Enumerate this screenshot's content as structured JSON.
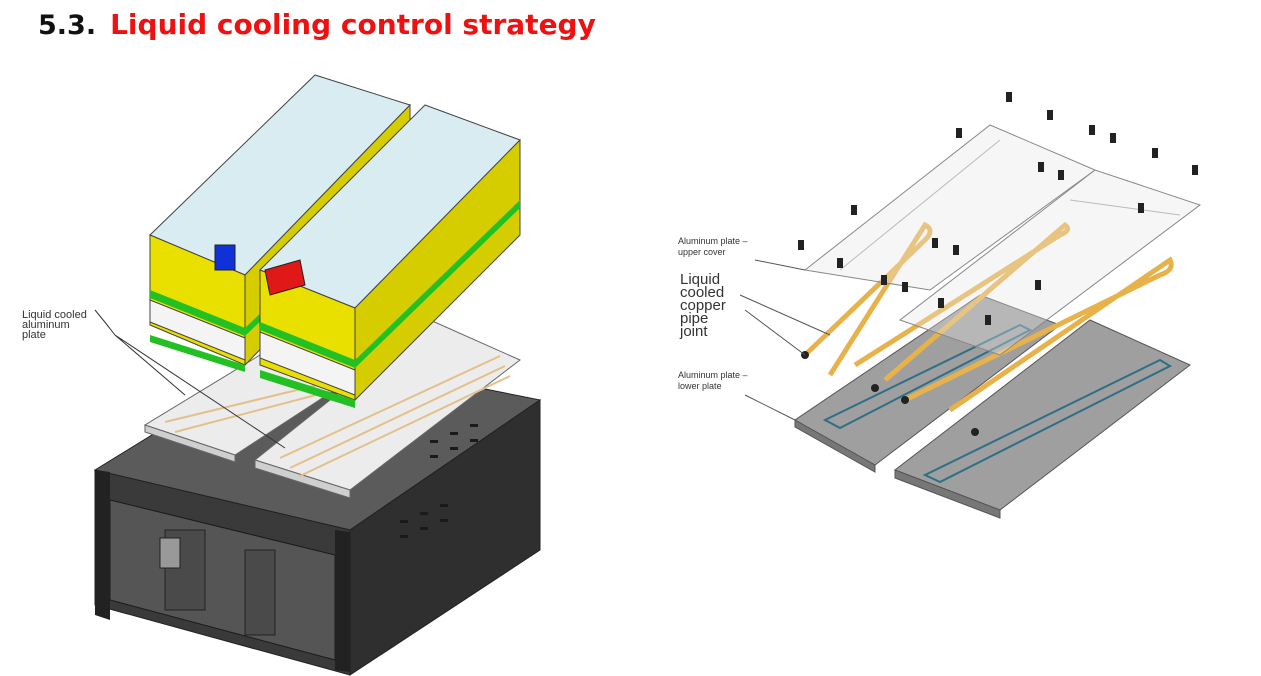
{
  "section": {
    "number": "5.3.",
    "title": "Liquid cooling control strategy"
  },
  "left_figure": {
    "label_lines": [
      "Liquid cooled",
      "aluminum",
      "plate"
    ]
  },
  "right_figure": {
    "upper_cover_lines": [
      "Aluminum plate –",
      "upper cover"
    ],
    "pipe_lines": [
      "Liquid",
      "cooled",
      "copper",
      "pipe",
      "joint"
    ],
    "lower_plate_lines": [
      "Aluminum plate –",
      "lower plate"
    ]
  },
  "colors": {
    "title": "#ee1111",
    "module_yellow": "#e9e000",
    "band_green": "#22c022",
    "chassis": "#3a3a3a",
    "pipe": "#e8b24a",
    "connector_blue": "#1030d8",
    "connector_red": "#e01818"
  }
}
